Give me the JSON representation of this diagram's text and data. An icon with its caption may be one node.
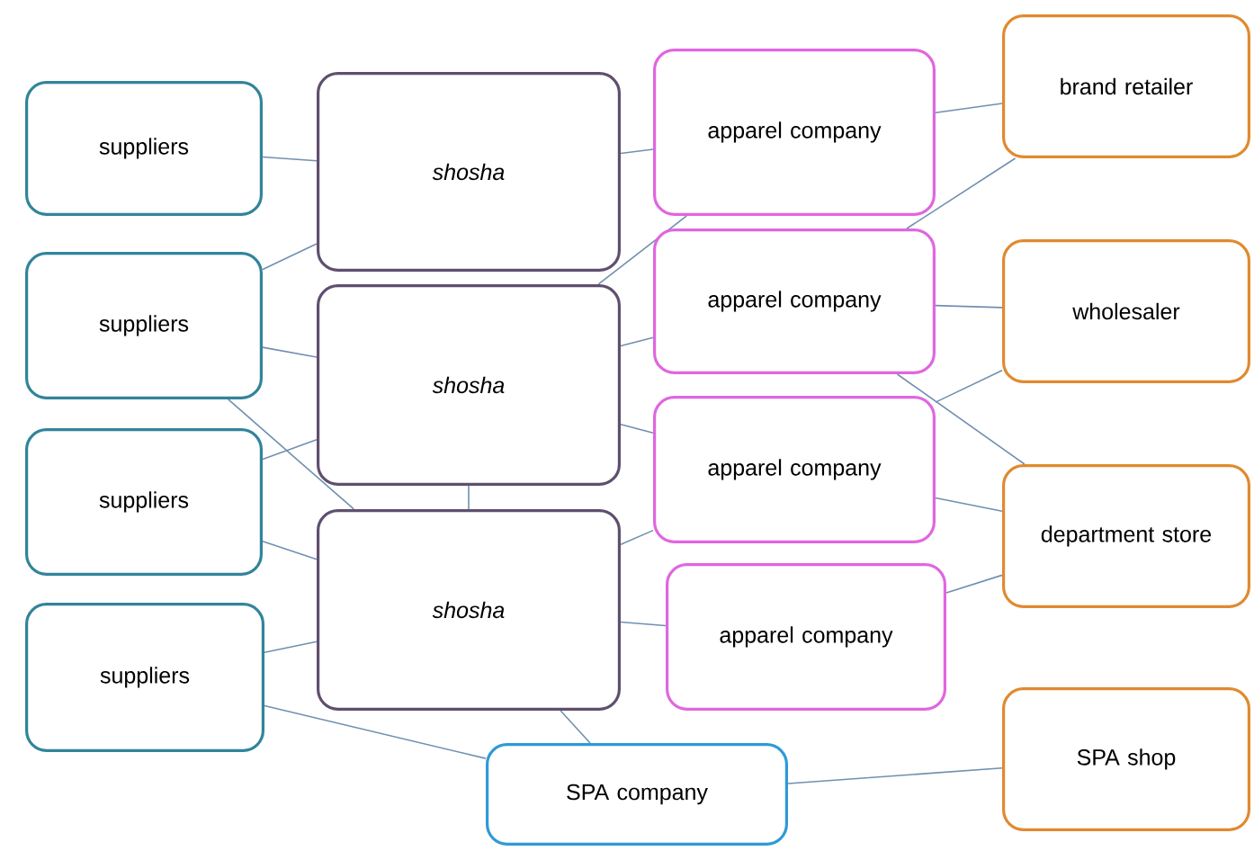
{
  "diagram": {
    "nodes": [
      {
        "text": [
          "suppliers"
        ]
      },
      {
        "text": [
          "suppliers"
        ]
      },
      {
        "text": [
          "suppliers"
        ]
      },
      {
        "text": [
          "suppliers"
        ]
      },
      {
        "text": [
          "shosha"
        ]
      },
      {
        "text": [
          "shosha"
        ]
      },
      {
        "text": [
          "shosha"
        ]
      },
      {
        "text": [
          "apparel company"
        ]
      },
      {
        "text": [
          "apparel company"
        ]
      },
      {
        "text": [
          "apparel company"
        ]
      },
      {
        "text": [
          "apparel company"
        ]
      },
      {
        "text": [
          "brand retailer"
        ]
      },
      {
        "text": [
          "wholesaler"
        ]
      },
      {
        "text": [
          "department store"
        ]
      },
      {
        "text": [
          "SPA company"
        ]
      },
      {
        "text": [
          "SPA shop"
        ]
      }
    ],
    "edges": [
      {
        "from": 0,
        "to": 4,
        "arrow": "none"
      },
      {
        "from": 1,
        "to": 4,
        "arrow": "none"
      },
      {
        "from": 1,
        "to": 5,
        "arrow": "none"
      },
      {
        "from": 1,
        "to": 6,
        "arrow": "none"
      },
      {
        "from": 2,
        "to": 5,
        "arrow": "none"
      },
      {
        "from": 2,
        "to": 6,
        "arrow": "none"
      },
      {
        "from": 3,
        "to": 6,
        "arrow": "none"
      },
      {
        "from": 3,
        "to": 14,
        "arrow": "none"
      },
      {
        "from": 5,
        "to": 6,
        "arrow": "none"
      },
      {
        "from": 4,
        "to": 7,
        "arrow": "none"
      },
      {
        "from": 5,
        "to": 7,
        "arrow": "none"
      },
      {
        "from": 5,
        "to": 8,
        "arrow": "none"
      },
      {
        "from": 5,
        "to": 9,
        "arrow": "none"
      },
      {
        "from": 6,
        "to": 9,
        "arrow": "none"
      },
      {
        "from": 6,
        "to": 10,
        "arrow": "none"
      },
      {
        "from": 6,
        "to": 14,
        "arrow": "none"
      },
      {
        "from": 7,
        "to": 11,
        "arrow": "none"
      },
      {
        "from": 8,
        "to": 11,
        "arrow": "none"
      },
      {
        "from": 8,
        "to": 12,
        "arrow": "none"
      },
      {
        "from": 8,
        "to": 13,
        "arrow": "none"
      },
      {
        "from": 9,
        "to": 12,
        "arrow": "none"
      },
      {
        "from": 9,
        "to": 13,
        "arrow": "none"
      },
      {
        "from": 10,
        "to": 13,
        "arrow": "none"
      },
      {
        "from": 14,
        "to": 15,
        "arrow": "none"
      }
    ]
  }
}
